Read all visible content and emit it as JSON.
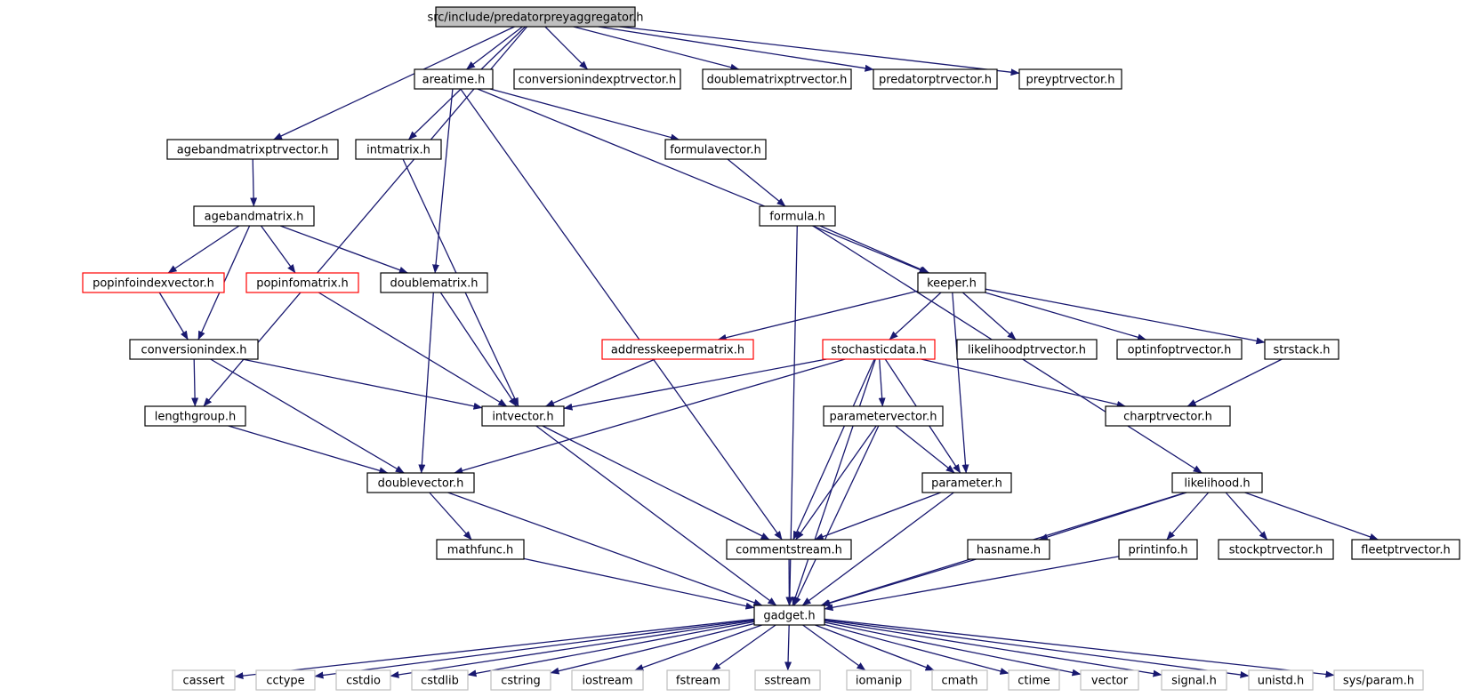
{
  "graph": {
    "edge_color": "#191970",
    "root_fill": "#bfbfbf",
    "truncated_border_color": "#ff0000",
    "system_border_color": "#bfbfbf",
    "nodes": [
      {
        "id": "root",
        "label": "src/include/predatorpreyaggregator.h",
        "kind": "root"
      },
      {
        "id": "areatime",
        "label": "areatime.h",
        "kind": "normal"
      },
      {
        "id": "conversionindexptrvector",
        "label": "conversionindexptrvector.h",
        "kind": "normal"
      },
      {
        "id": "doublematrixptrvector",
        "label": "doublematrixptrvector.h",
        "kind": "normal"
      },
      {
        "id": "predatorptrvector",
        "label": "predatorptrvector.h",
        "kind": "normal"
      },
      {
        "id": "preyptrvector",
        "label": "preyptrvector.h",
        "kind": "normal"
      },
      {
        "id": "agebandmatrixptrvector",
        "label": "agebandmatrixptrvector.h",
        "kind": "normal"
      },
      {
        "id": "intmatrix",
        "label": "intmatrix.h",
        "kind": "normal"
      },
      {
        "id": "formulavector",
        "label": "formulavector.h",
        "kind": "normal"
      },
      {
        "id": "agebandmatrix",
        "label": "agebandmatrix.h",
        "kind": "normal"
      },
      {
        "id": "formula",
        "label": "formula.h",
        "kind": "normal"
      },
      {
        "id": "popinfoindexvector",
        "label": "popinfoindexvector.h",
        "kind": "truncated"
      },
      {
        "id": "popinfomatrix",
        "label": "popinfomatrix.h",
        "kind": "truncated"
      },
      {
        "id": "doublematrix",
        "label": "doublematrix.h",
        "kind": "normal"
      },
      {
        "id": "keeper",
        "label": "keeper.h",
        "kind": "normal"
      },
      {
        "id": "conversionindex",
        "label": "conversionindex.h",
        "kind": "normal"
      },
      {
        "id": "addresskeepermatrix",
        "label": "addresskeepermatrix.h",
        "kind": "truncated"
      },
      {
        "id": "stochasticdata",
        "label": "stochasticdata.h",
        "kind": "truncated"
      },
      {
        "id": "likelihoodptrvector",
        "label": "likelihoodptrvector.h",
        "kind": "normal"
      },
      {
        "id": "optinfoptrvector",
        "label": "optinfoptrvector.h",
        "kind": "normal"
      },
      {
        "id": "strstack",
        "label": "strstack.h",
        "kind": "normal"
      },
      {
        "id": "lengthgroup",
        "label": "lengthgroup.h",
        "kind": "normal"
      },
      {
        "id": "intvector",
        "label": "intvector.h",
        "kind": "normal"
      },
      {
        "id": "parametervector",
        "label": "parametervector.h",
        "kind": "normal"
      },
      {
        "id": "charptrvector",
        "label": "charptrvector.h",
        "kind": "normal"
      },
      {
        "id": "doublevector",
        "label": "doublevector.h",
        "kind": "normal"
      },
      {
        "id": "parameter",
        "label": "parameter.h",
        "kind": "normal"
      },
      {
        "id": "likelihood",
        "label": "likelihood.h",
        "kind": "normal"
      },
      {
        "id": "mathfunc",
        "label": "mathfunc.h",
        "kind": "normal"
      },
      {
        "id": "commentstream",
        "label": "commentstream.h",
        "kind": "normal"
      },
      {
        "id": "hasname",
        "label": "hasname.h",
        "kind": "normal"
      },
      {
        "id": "printinfo",
        "label": "printinfo.h",
        "kind": "normal"
      },
      {
        "id": "stockptrvector",
        "label": "stockptrvector.h",
        "kind": "normal"
      },
      {
        "id": "fleetptrvector",
        "label": "fleetptrvector.h",
        "kind": "normal"
      },
      {
        "id": "gadget",
        "label": "gadget.h",
        "kind": "normal"
      },
      {
        "id": "cassert",
        "label": "cassert",
        "kind": "system"
      },
      {
        "id": "cctype",
        "label": "cctype",
        "kind": "system"
      },
      {
        "id": "cstdio",
        "label": "cstdio",
        "kind": "system"
      },
      {
        "id": "cstdlib",
        "label": "cstdlib",
        "kind": "system"
      },
      {
        "id": "cstring",
        "label": "cstring",
        "kind": "system"
      },
      {
        "id": "iostream",
        "label": "iostream",
        "kind": "system"
      },
      {
        "id": "fstream",
        "label": "fstream",
        "kind": "system"
      },
      {
        "id": "sstream",
        "label": "sstream",
        "kind": "system"
      },
      {
        "id": "iomanip",
        "label": "iomanip",
        "kind": "system"
      },
      {
        "id": "cmath",
        "label": "cmath",
        "kind": "system"
      },
      {
        "id": "ctime",
        "label": "ctime",
        "kind": "system"
      },
      {
        "id": "vector",
        "label": "vector",
        "kind": "system"
      },
      {
        "id": "signal",
        "label": "signal.h",
        "kind": "system"
      },
      {
        "id": "unistd",
        "label": "unistd.h",
        "kind": "system"
      },
      {
        "id": "sysparam",
        "label": "sys/param.h",
        "kind": "system"
      }
    ],
    "edges": [
      [
        "root",
        "areatime"
      ],
      [
        "root",
        "conversionindexptrvector"
      ],
      [
        "root",
        "doublematrixptrvector"
      ],
      [
        "root",
        "predatorptrvector"
      ],
      [
        "root",
        "preyptrvector"
      ],
      [
        "root",
        "agebandmatrixptrvector"
      ],
      [
        "root",
        "intmatrix"
      ],
      [
        "root",
        "lengthgroup"
      ],
      [
        "areatime",
        "formulavector"
      ],
      [
        "areatime",
        "keeper"
      ],
      [
        "areatime",
        "doublematrix"
      ],
      [
        "areatime",
        "commentstream"
      ],
      [
        "agebandmatrixptrvector",
        "agebandmatrix"
      ],
      [
        "intmatrix",
        "intvector"
      ],
      [
        "formulavector",
        "formula"
      ],
      [
        "formula",
        "keeper"
      ],
      [
        "formula",
        "likelihood"
      ],
      [
        "formula",
        "gadget"
      ],
      [
        "agebandmatrix",
        "popinfoindexvector"
      ],
      [
        "agebandmatrix",
        "popinfomatrix"
      ],
      [
        "agebandmatrix",
        "doublematrix"
      ],
      [
        "agebandmatrix",
        "conversionindex"
      ],
      [
        "popinfoindexvector",
        "conversionindex"
      ],
      [
        "popinfomatrix",
        "intvector"
      ],
      [
        "doublematrix",
        "doublevector"
      ],
      [
        "doublematrix",
        "intvector"
      ],
      [
        "keeper",
        "addresskeepermatrix"
      ],
      [
        "keeper",
        "stochasticdata"
      ],
      [
        "keeper",
        "likelihoodptrvector"
      ],
      [
        "keeper",
        "optinfoptrvector"
      ],
      [
        "keeper",
        "strstack"
      ],
      [
        "keeper",
        "parameter"
      ],
      [
        "conversionindex",
        "lengthgroup"
      ],
      [
        "conversionindex",
        "intvector"
      ],
      [
        "conversionindex",
        "doublevector"
      ],
      [
        "addresskeepermatrix",
        "intvector"
      ],
      [
        "stochasticdata",
        "intvector"
      ],
      [
        "stochasticdata",
        "doublevector"
      ],
      [
        "stochasticdata",
        "parametervector"
      ],
      [
        "stochasticdata",
        "parameter"
      ],
      [
        "stochasticdata",
        "charptrvector"
      ],
      [
        "stochasticdata",
        "commentstream"
      ],
      [
        "stochasticdata",
        "gadget"
      ],
      [
        "strstack",
        "charptrvector"
      ],
      [
        "lengthgroup",
        "doublevector"
      ],
      [
        "intvector",
        "commentstream"
      ],
      [
        "intvector",
        "gadget"
      ],
      [
        "parametervector",
        "parameter"
      ],
      [
        "parametervector",
        "commentstream"
      ],
      [
        "parametervector",
        "gadget"
      ],
      [
        "doublevector",
        "mathfunc"
      ],
      [
        "doublevector",
        "gadget"
      ],
      [
        "parameter",
        "commentstream"
      ],
      [
        "parameter",
        "gadget"
      ],
      [
        "likelihood",
        "hasname"
      ],
      [
        "likelihood",
        "printinfo"
      ],
      [
        "likelihood",
        "stockptrvector"
      ],
      [
        "likelihood",
        "fleetptrvector"
      ],
      [
        "likelihood",
        "gadget"
      ],
      [
        "mathfunc",
        "gadget"
      ],
      [
        "commentstream",
        "gadget"
      ],
      [
        "hasname",
        "gadget"
      ],
      [
        "printinfo",
        "gadget"
      ],
      [
        "gadget",
        "cassert"
      ],
      [
        "gadget",
        "cctype"
      ],
      [
        "gadget",
        "cstdio"
      ],
      [
        "gadget",
        "cstdlib"
      ],
      [
        "gadget",
        "cstring"
      ],
      [
        "gadget",
        "iostream"
      ],
      [
        "gadget",
        "fstream"
      ],
      [
        "gadget",
        "sstream"
      ],
      [
        "gadget",
        "iomanip"
      ],
      [
        "gadget",
        "cmath"
      ],
      [
        "gadget",
        "ctime"
      ],
      [
        "gadget",
        "vector"
      ],
      [
        "gadget",
        "signal"
      ],
      [
        "gadget",
        "unistd"
      ],
      [
        "gadget",
        "sysparam"
      ]
    ]
  }
}
